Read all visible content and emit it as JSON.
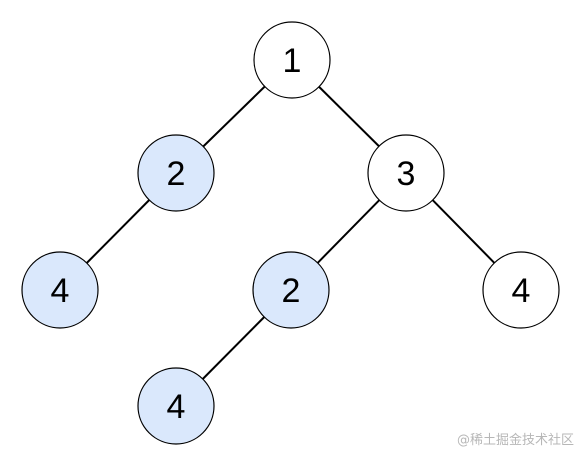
{
  "colors": {
    "highlight_fill": "#dae8fc",
    "normal_fill": "#ffffff",
    "stroke": "#000000"
  },
  "nodes": [
    {
      "id": "n1",
      "label": "1",
      "highlighted": false
    },
    {
      "id": "n2",
      "label": "2",
      "highlighted": true
    },
    {
      "id": "n3",
      "label": "3",
      "highlighted": false
    },
    {
      "id": "n4a",
      "label": "4",
      "highlighted": true
    },
    {
      "id": "n2b",
      "label": "2",
      "highlighted": true
    },
    {
      "id": "n4b",
      "label": "4",
      "highlighted": false
    },
    {
      "id": "n4c",
      "label": "4",
      "highlighted": true
    }
  ],
  "edges": [
    {
      "from": "n1",
      "to": "n2"
    },
    {
      "from": "n1",
      "to": "n3"
    },
    {
      "from": "n2",
      "to": "n4a"
    },
    {
      "from": "n3",
      "to": "n2b"
    },
    {
      "from": "n3",
      "to": "n4b"
    },
    {
      "from": "n2b",
      "to": "n4c"
    }
  ],
  "watermark": "@稀土掘金技术社区"
}
